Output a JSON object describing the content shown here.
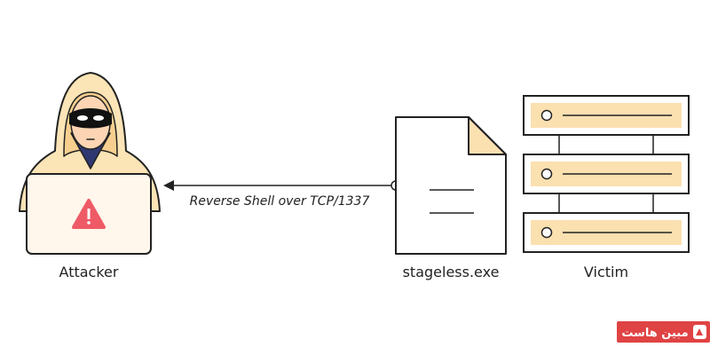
{
  "nodes": {
    "attacker": {
      "label": "Attacker"
    },
    "payload": {
      "label": "stageless.exe"
    },
    "victim": {
      "label": "Victim"
    }
  },
  "edge": {
    "label": "Reverse Shell over TCP/1337"
  },
  "watermark": {
    "text": "مبین هاست"
  },
  "colors": {
    "outline": "#222222",
    "hood": "#fbe4b6",
    "skin": "#fdd5b4",
    "shirt": "#2f3870",
    "warning": "#ee5b66",
    "server_bar": "#fbe0b0",
    "file_fold": "#fbe0b0",
    "logo": "#e04343"
  }
}
